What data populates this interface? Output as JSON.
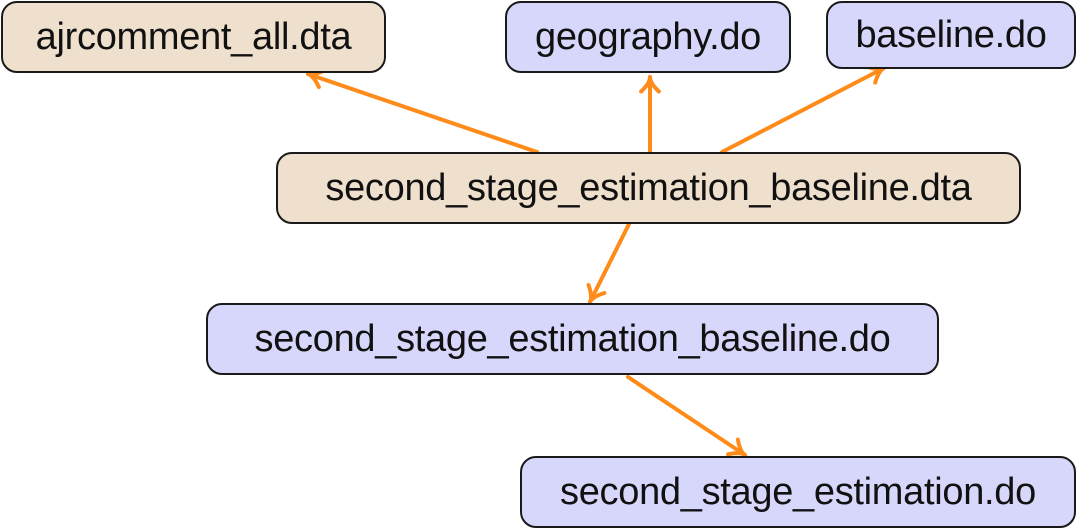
{
  "colors": {
    "edge": "#ff8c1a",
    "dta_fill": "#efe0cd",
    "do_fill": "#d7d7fb",
    "border": "#1a1a1a"
  },
  "nodes": {
    "ajr": {
      "label": "ajrcomment_all.dta",
      "kind": "dta"
    },
    "geo": {
      "label": "geography.do",
      "kind": "do"
    },
    "base": {
      "label": "baseline.do",
      "kind": "do"
    },
    "ssedta": {
      "label": "second_stage_estimation_baseline.dta",
      "kind": "dta"
    },
    "ssedo": {
      "label": "second_stage_estimation_baseline.do",
      "kind": "do"
    },
    "sse": {
      "label": "second_stage_estimation.do",
      "kind": "do"
    }
  },
  "edges": [
    {
      "from": "ssedta",
      "to": "ajr"
    },
    {
      "from": "ssedta",
      "to": "geo"
    },
    {
      "from": "ssedta",
      "to": "base"
    },
    {
      "from": "ssedta",
      "to": "ssedo"
    },
    {
      "from": "ssedo",
      "to": "sse"
    }
  ]
}
